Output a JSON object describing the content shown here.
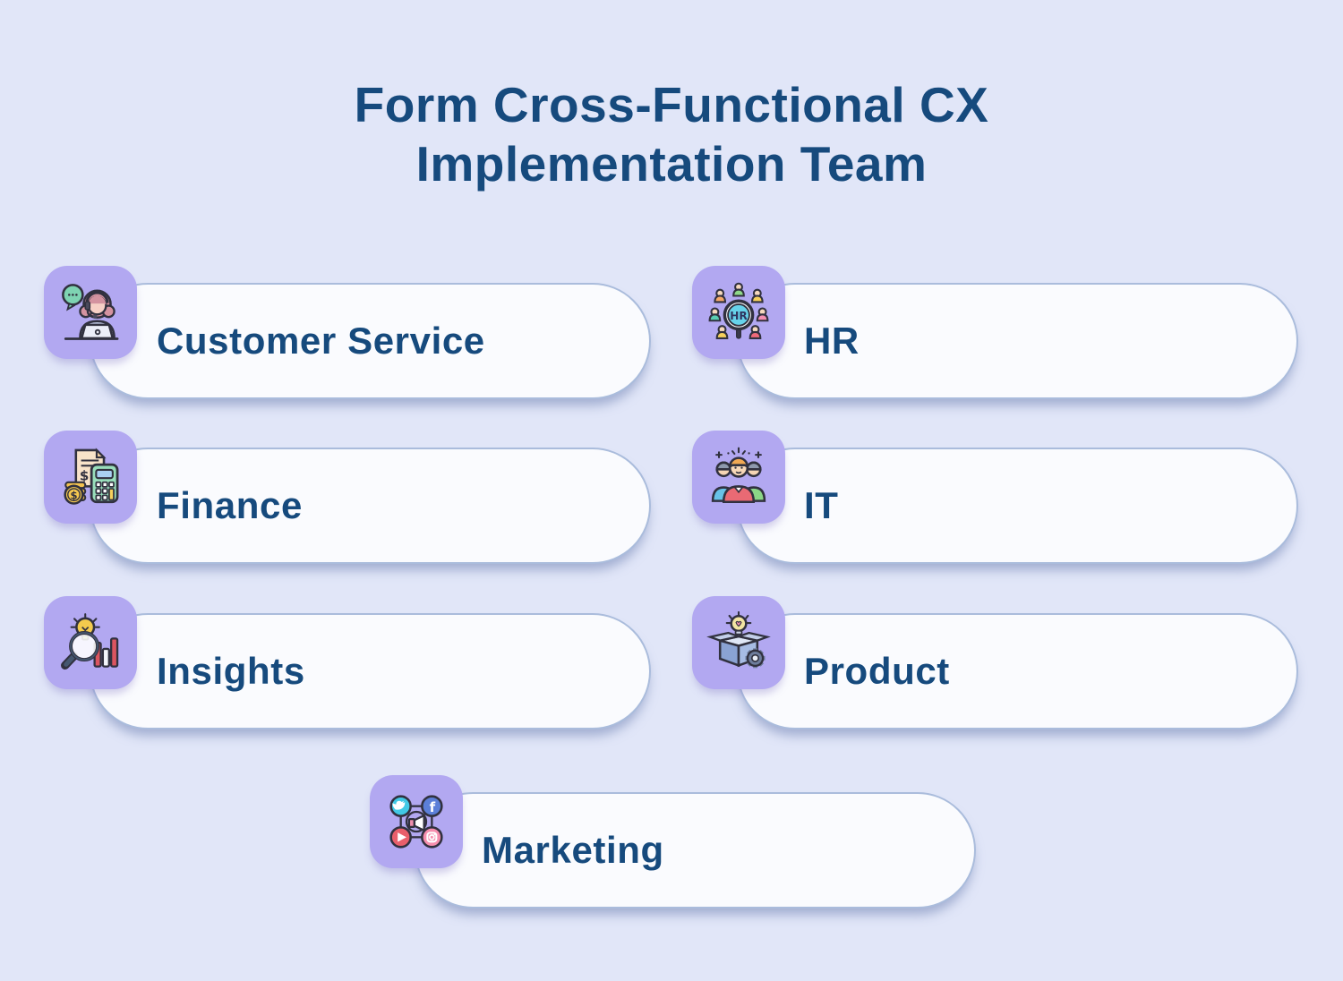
{
  "title": {
    "line1": "Form Cross-Functional CX",
    "line2": "Implementation Team"
  },
  "items": [
    {
      "label": "Customer Service",
      "icon": "customer-service-agent-icon"
    },
    {
      "label": "HR",
      "icon": "hr-team-magnifier-icon"
    },
    {
      "label": "Finance",
      "icon": "finance-calculator-icon"
    },
    {
      "label": "IT",
      "icon": "it-team-icon"
    },
    {
      "label": "Insights",
      "icon": "insights-magnifier-chart-icon"
    },
    {
      "label": "Product",
      "icon": "product-box-idea-icon"
    },
    {
      "label": "Marketing",
      "icon": "marketing-social-media-icon"
    }
  ],
  "colors": {
    "background": "#e1e6f8",
    "icon_tile": "#b2a8f1",
    "card_background": "#fafbfe",
    "card_border": "#aabcdc",
    "heading_text": "#164a7d",
    "label_text": "#164a7d"
  }
}
